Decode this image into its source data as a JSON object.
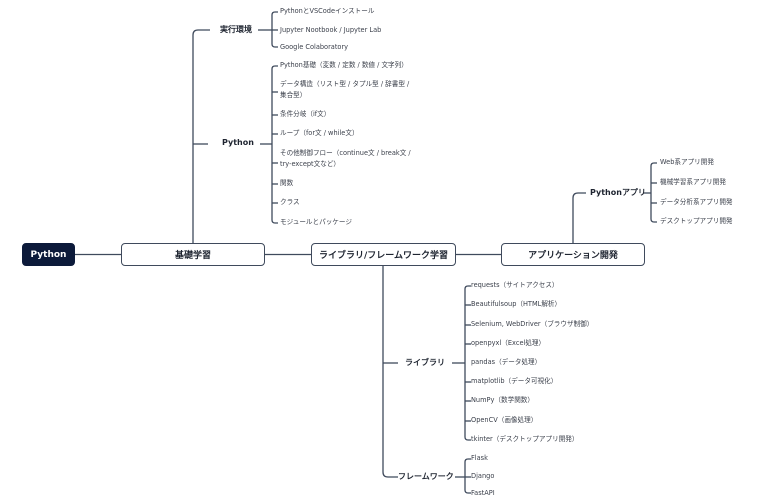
{
  "root": {
    "label": "Python"
  },
  "colors": {
    "root_bg": "#0c1a3a",
    "line": "#3f4a5c"
  },
  "main": [
    {
      "label": "基礎学習"
    },
    {
      "label": "ライブラリ/フレームワーク学習"
    },
    {
      "label": "アプリケーション開発"
    }
  ],
  "basics": {
    "env": {
      "label": "実行環境",
      "items": [
        "PythonとVSCodeインストール",
        "Jupyter Nootbook / Jupyter Lab",
        "Google Colaboratory"
      ]
    },
    "python": {
      "label": "Python",
      "items": [
        "Python基礎（変数 / 定数 / 数値 / 文字列）",
        "データ構造（リスト型 / タプル型 / 辞書型 / 集合型）",
        "条件分岐（if文）",
        "ループ（for文 / while文）",
        "その他制御フロー（continue文 / break文 / try-except文など）",
        "関数",
        "クラス",
        "モジュールとパッケージ"
      ]
    }
  },
  "libs": {
    "library": {
      "label": "ライブラリ",
      "items": [
        "requests（サイトアクセス）",
        "Beautifulsoup（HTML解析）",
        "Selenium, WebDriver（ブラウザ制御）",
        "openpyxl（Excel処理）",
        "pandas（データ処理）",
        "matplotlib（データ可視化）",
        "NumPy（数学関数）",
        "OpenCV（画像処理）",
        "tkinter（デスクトップアプリ開発）"
      ]
    },
    "framework": {
      "label": "フレームワーク",
      "items": [
        "Flask",
        "Django",
        "FastAPI"
      ]
    }
  },
  "apps": {
    "python_apps": {
      "label": "Pythonアプリ",
      "items": [
        "Web系アプリ開発",
        "機械学習系アプリ開発",
        "データ分析系アプリ開発",
        "デスクトップアプリ開発"
      ]
    }
  }
}
